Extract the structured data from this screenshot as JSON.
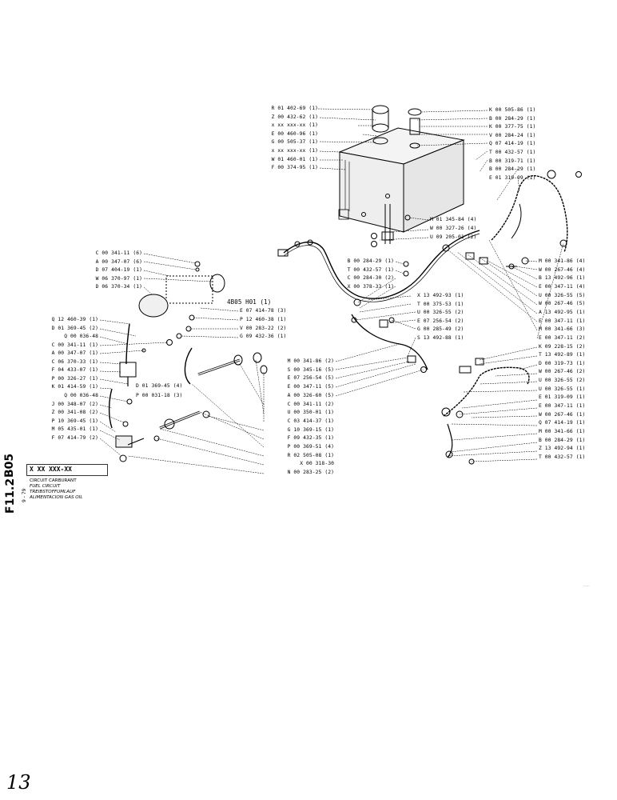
{
  "sheet": {
    "side_code_1": "B05",
    "side_code_2": "F11.2",
    "side_date": "9 - 79",
    "page_number": "13",
    "corner_stamp": "......"
  },
  "title_block": {
    "code": "X XX XXX-XX",
    "fr": "CIRCUIT CARBURANT",
    "en": "FUEL CIRCUIT",
    "de": "TREIBSTOFFUMLAUF",
    "es": "ALIMENTACION GAS  OIL"
  },
  "callouts": {
    "top_left": [
      "R 01 402-69 (1)",
      "Z 00 432-62 (1)",
      "x xx xxx-xx (1)",
      "E 00 460-96 (1)",
      "G 00 505-37 (1)",
      "x xx xxx-xx (1)",
      "W 01 460-01 (1)",
      "F 00 374-95 (1)"
    ],
    "top_right": [
      "K 00 505-86 (1)",
      "B 00 284-29 (1)",
      "K 00 377-75 (1)",
      "V 00 284-24 (1)",
      "Q 07 414-19 (1)",
      "T 00 432-57 (1)",
      "B 00 319-71 (1)",
      "B 00 284-29 (1)",
      "E 01 319-09 (1)"
    ],
    "tank_lower": [
      "M 01 345-84 (4)",
      "W 00 327-26 (4)",
      "U 09 205-01 (2)"
    ],
    "center_left": [
      "B 00 284-29 (1)",
      "T 00 432-57 (1)",
      "C 00 284-30 (2)",
      "X 00 378-33 (1)"
    ],
    "center": [
      "X 13 492-93 (1)",
      "T 00 375-53 (1)",
      "U 00 326-55 (2)",
      "E 07 256-54 (2)",
      "G 00 285-49 (2)",
      "S 13 492-88 (1)"
    ],
    "center_lower": [
      "M 00 341-86 (2)",
      "S 00 345-16 (5)",
      "E 07 256-54 (5)",
      "E 00 347-11 (5)",
      "A 00 326-60 (5)",
      "C 00 341-11 (2)",
      "U 00 350-01 (1)",
      "C 03 414-37 (1)",
      "G 10 369-15 (1)",
      "F 09 432-35 (1)",
      "P 00 369-51 (4)",
      "R 02 505-08 (1)",
      "X 00 318-30",
      "N 00 283-25 (2)"
    ],
    "right_column": [
      "M 00 341-86 (4)",
      "W 00 267-46 (4)",
      "B 13 492-96 (1)",
      "E 00 347-11 (4)",
      "U 00 326-55 (5)",
      "W 00 267-46 (5)",
      "A 13 492-95 (1)",
      "E 00 347-11 (1)",
      "M 00 341-66 (3)",
      "E 00 347-11 (2)",
      "K 09 228-15 (2)",
      "T 13 492-89 (1)",
      "D 00 319-73 (1)",
      "W 00 267-46 (2)",
      "U 00 326-55 (2)",
      "U 00 326-55 (1)",
      "E 01 319-09 (1)",
      "E 00 347-11 (1)",
      "W 00 267-46 (1)",
      "Q 07 414-19 (1)",
      "M 00 341-66 (1)",
      "B 00 284-29 (1)",
      "Z 13 492-94 (1)",
      "T 00 432-57 (1)"
    ],
    "left_upper": [
      "C 00 341-11 (6)",
      "A 00 347-07 (6)",
      "D 07 404-19 (1)",
      "W 06 370-97 (1)",
      "D 06 370-34 (1)"
    ],
    "subassembly": "4B05 H01 (1)",
    "filter_group": [
      "E 07 414-78 (3)",
      "P 12 460-38 (1)",
      "V 00 283-22 (2)",
      "G 09 432-36 (1)"
    ],
    "left_lower": [
      "Q 12 460-39 (1)",
      "D 01 369-45 (2)",
      "Q 00 036-48",
      "C 00 341-11 (1)",
      "A 00 347-07 (1)",
      "C 06 370-33 (1)",
      "F 04 433-07 (1)",
      "P 00 326-27 (1)",
      "K 01 414-59 (1)",
      "Q 00 036-48",
      "J 00 348-07 (2)",
      "Z 00 341-08 (2)",
      "P 10 369-45 (1)",
      "M 05 435-01 (1)",
      "F 07 414-79 (2)"
    ],
    "pump_group": [
      "D 01 369-45 (4)",
      "P 00 031-18 (3)"
    ]
  }
}
